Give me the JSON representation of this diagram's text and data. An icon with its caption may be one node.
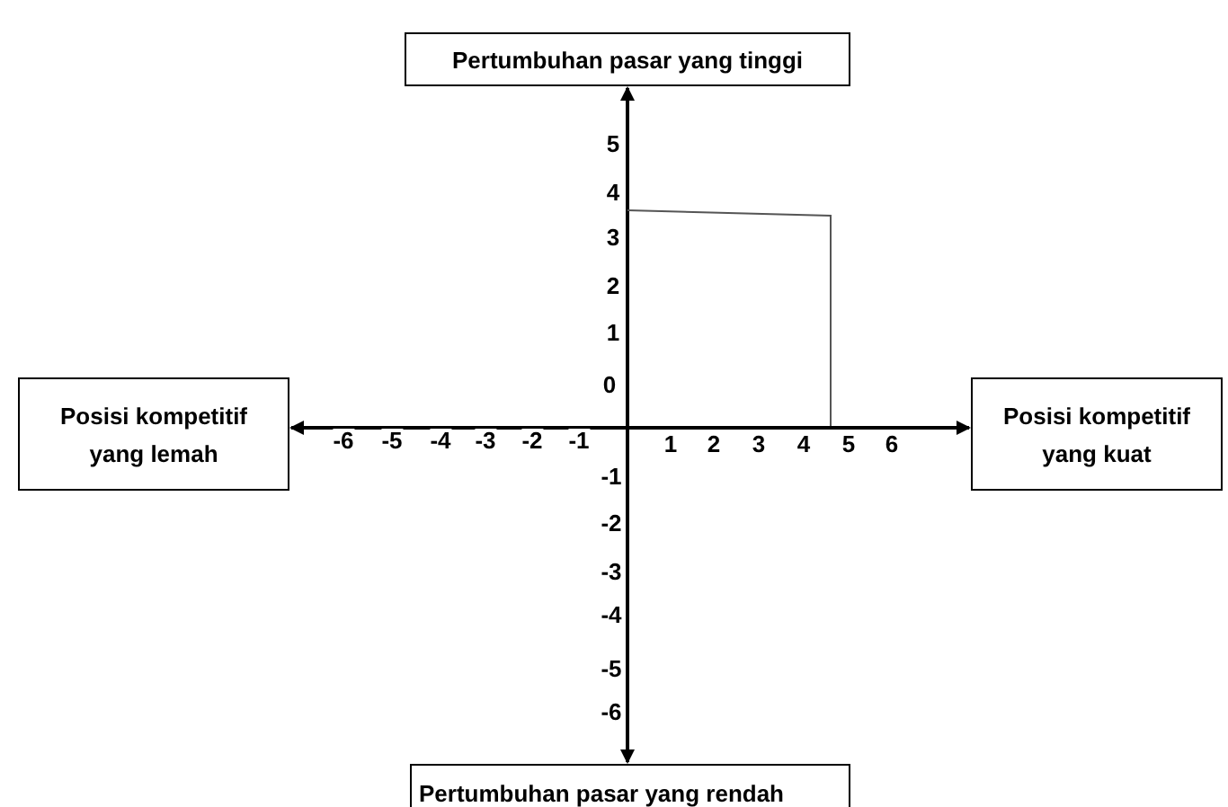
{
  "diagram": {
    "nodes": [
      {
        "text": [
          "Pertumbuhan pasar yang tinggi"
        ]
      },
      {
        "text": [
          "Posisi kompetitif yang lemah"
        ]
      },
      {
        "text": [
          "Posisi kompetitif yang kuat"
        ]
      },
      {
        "text": [
          "Pertumbuhan pasar yang rendah"
        ]
      }
    ],
    "edges": [
      {
        "from": 0,
        "to": 3,
        "arrow": "both"
      },
      {
        "from": 1,
        "to": 2,
        "arrow": "both"
      }
    ],
    "labels": [
      "5",
      "4",
      "3",
      "2",
      "1",
      "0",
      "-6",
      "-5",
      "-4",
      "-3",
      "-2",
      "-1",
      "1",
      "2",
      "3",
      "4",
      "5",
      "6",
      "-1",
      "-2",
      "-3",
      "-4",
      "-5",
      "-6"
    ]
  }
}
